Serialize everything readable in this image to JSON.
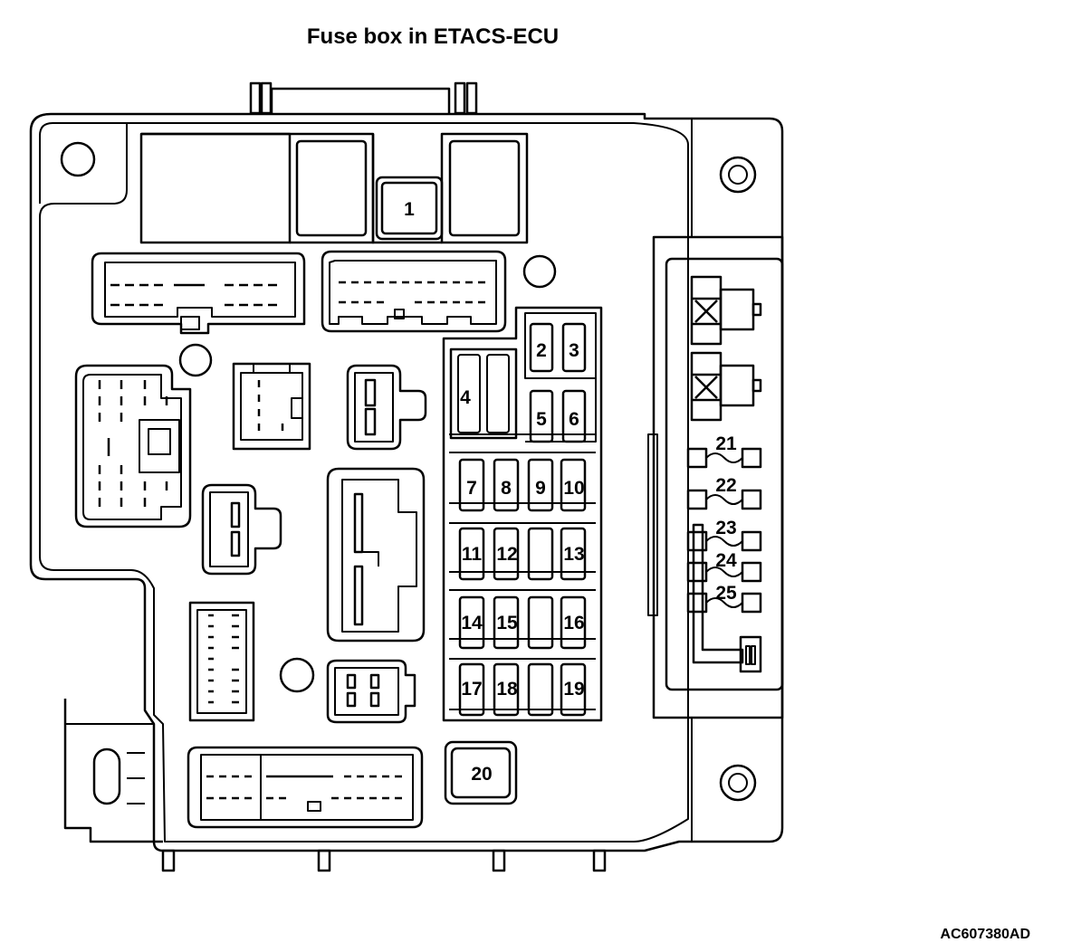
{
  "title": "Fuse box in ETACS-ECU",
  "reference_code": "AC607380AD",
  "fuses": [
    {
      "id": "fuse-1",
      "label": "1"
    },
    {
      "id": "fuse-2",
      "label": "2"
    },
    {
      "id": "fuse-3",
      "label": "3"
    },
    {
      "id": "fuse-4",
      "label": "4"
    },
    {
      "id": "fuse-5",
      "label": "5"
    },
    {
      "id": "fuse-6",
      "label": "6"
    },
    {
      "id": "fuse-7",
      "label": "7"
    },
    {
      "id": "fuse-8",
      "label": "8"
    },
    {
      "id": "fuse-9",
      "label": "9"
    },
    {
      "id": "fuse-10",
      "label": "10"
    },
    {
      "id": "fuse-11",
      "label": "11"
    },
    {
      "id": "fuse-12",
      "label": "12"
    },
    {
      "id": "fuse-13",
      "label": "13"
    },
    {
      "id": "fuse-14",
      "label": "14"
    },
    {
      "id": "fuse-15",
      "label": "15"
    },
    {
      "id": "fuse-16",
      "label": "16"
    },
    {
      "id": "fuse-17",
      "label": "17"
    },
    {
      "id": "fuse-18",
      "label": "18"
    },
    {
      "id": "fuse-19",
      "label": "19"
    },
    {
      "id": "fuse-20",
      "label": "20"
    },
    {
      "id": "fuse-21",
      "label": "21"
    },
    {
      "id": "fuse-22",
      "label": "22"
    },
    {
      "id": "fuse-23",
      "label": "23"
    },
    {
      "id": "fuse-24",
      "label": "24"
    },
    {
      "id": "fuse-25",
      "label": "25"
    }
  ]
}
